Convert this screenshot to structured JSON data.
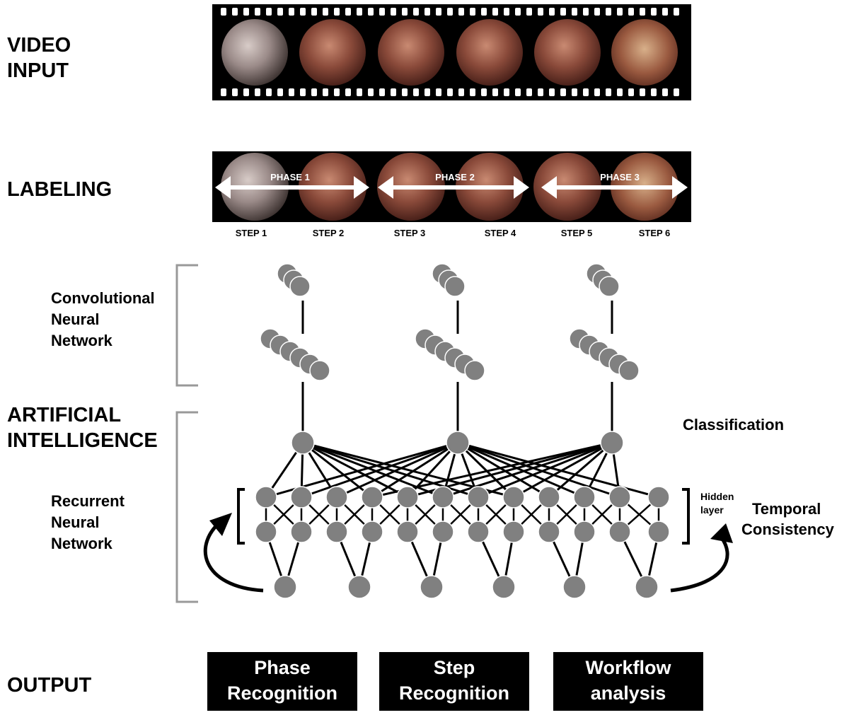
{
  "sections": {
    "video_input": [
      "VIDEO",
      "INPUT"
    ],
    "labeling": "LABELING",
    "artificial_intelligence": [
      "ARTIFICIAL",
      "INTELLIGENCE"
    ],
    "output": "OUTPUT"
  },
  "cnn_label": [
    "Convolutional",
    "Neural",
    "Network"
  ],
  "rnn_label": [
    "Recurrent",
    "Neural",
    "Network"
  ],
  "classification_label": "Classification",
  "hidden_layer_label": [
    "Hidden",
    "layer"
  ],
  "temporal_label": [
    "Temporal",
    "Consistency"
  ],
  "phases": [
    "PHASE 1",
    "PHASE 2",
    "PHASE 3"
  ],
  "steps": [
    "STEP 1",
    "STEP 2",
    "STEP 3",
    "STEP 4",
    "STEP 5",
    "STEP 6"
  ],
  "outputs": [
    [
      "Phase",
      "Recognition"
    ],
    [
      "Step",
      "Recognition"
    ],
    [
      "Workflow",
      "analysis"
    ]
  ],
  "colors": {
    "node": "#808080",
    "film": "#000000",
    "bracket": "#999999",
    "frame_tissue": "#8a4a3a"
  }
}
